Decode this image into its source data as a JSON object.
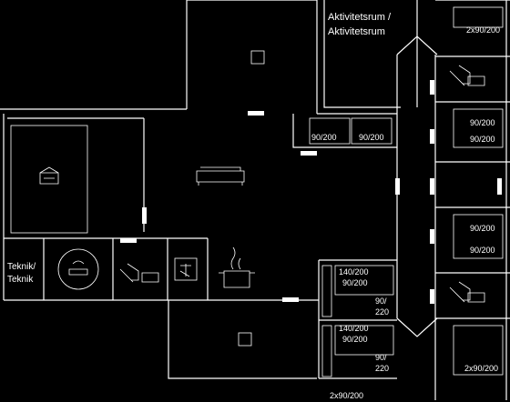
{
  "rooms": {
    "activity_title": "Aktivitetsrum /",
    "activity_sub": "Aktivitetsrum",
    "tech_line1": "Teknik/",
    "tech_line2": "Teknik"
  },
  "beds": {
    "br_top": "2x90/200",
    "br_bottom": "2x90/200",
    "right_1": "90/200",
    "right_2": "90/200",
    "right_3": "90/200",
    "right_4": "90/200",
    "hall_1": "90/200",
    "hall_2": "90/200",
    "mid_1a": "140/200",
    "mid_1b": "90/200",
    "mid_1c": "90/",
    "mid_1d": "220",
    "mid_2a": "140/200",
    "mid_2b": "90/200",
    "mid_2c": "90/",
    "mid_2d": "220",
    "footer": "2x90/200"
  },
  "icons": [
    "sauna-icon",
    "spa-icon",
    "toilet-icon",
    "shower-icon",
    "sofa-icon",
    "cooking-pot-icon"
  ]
}
